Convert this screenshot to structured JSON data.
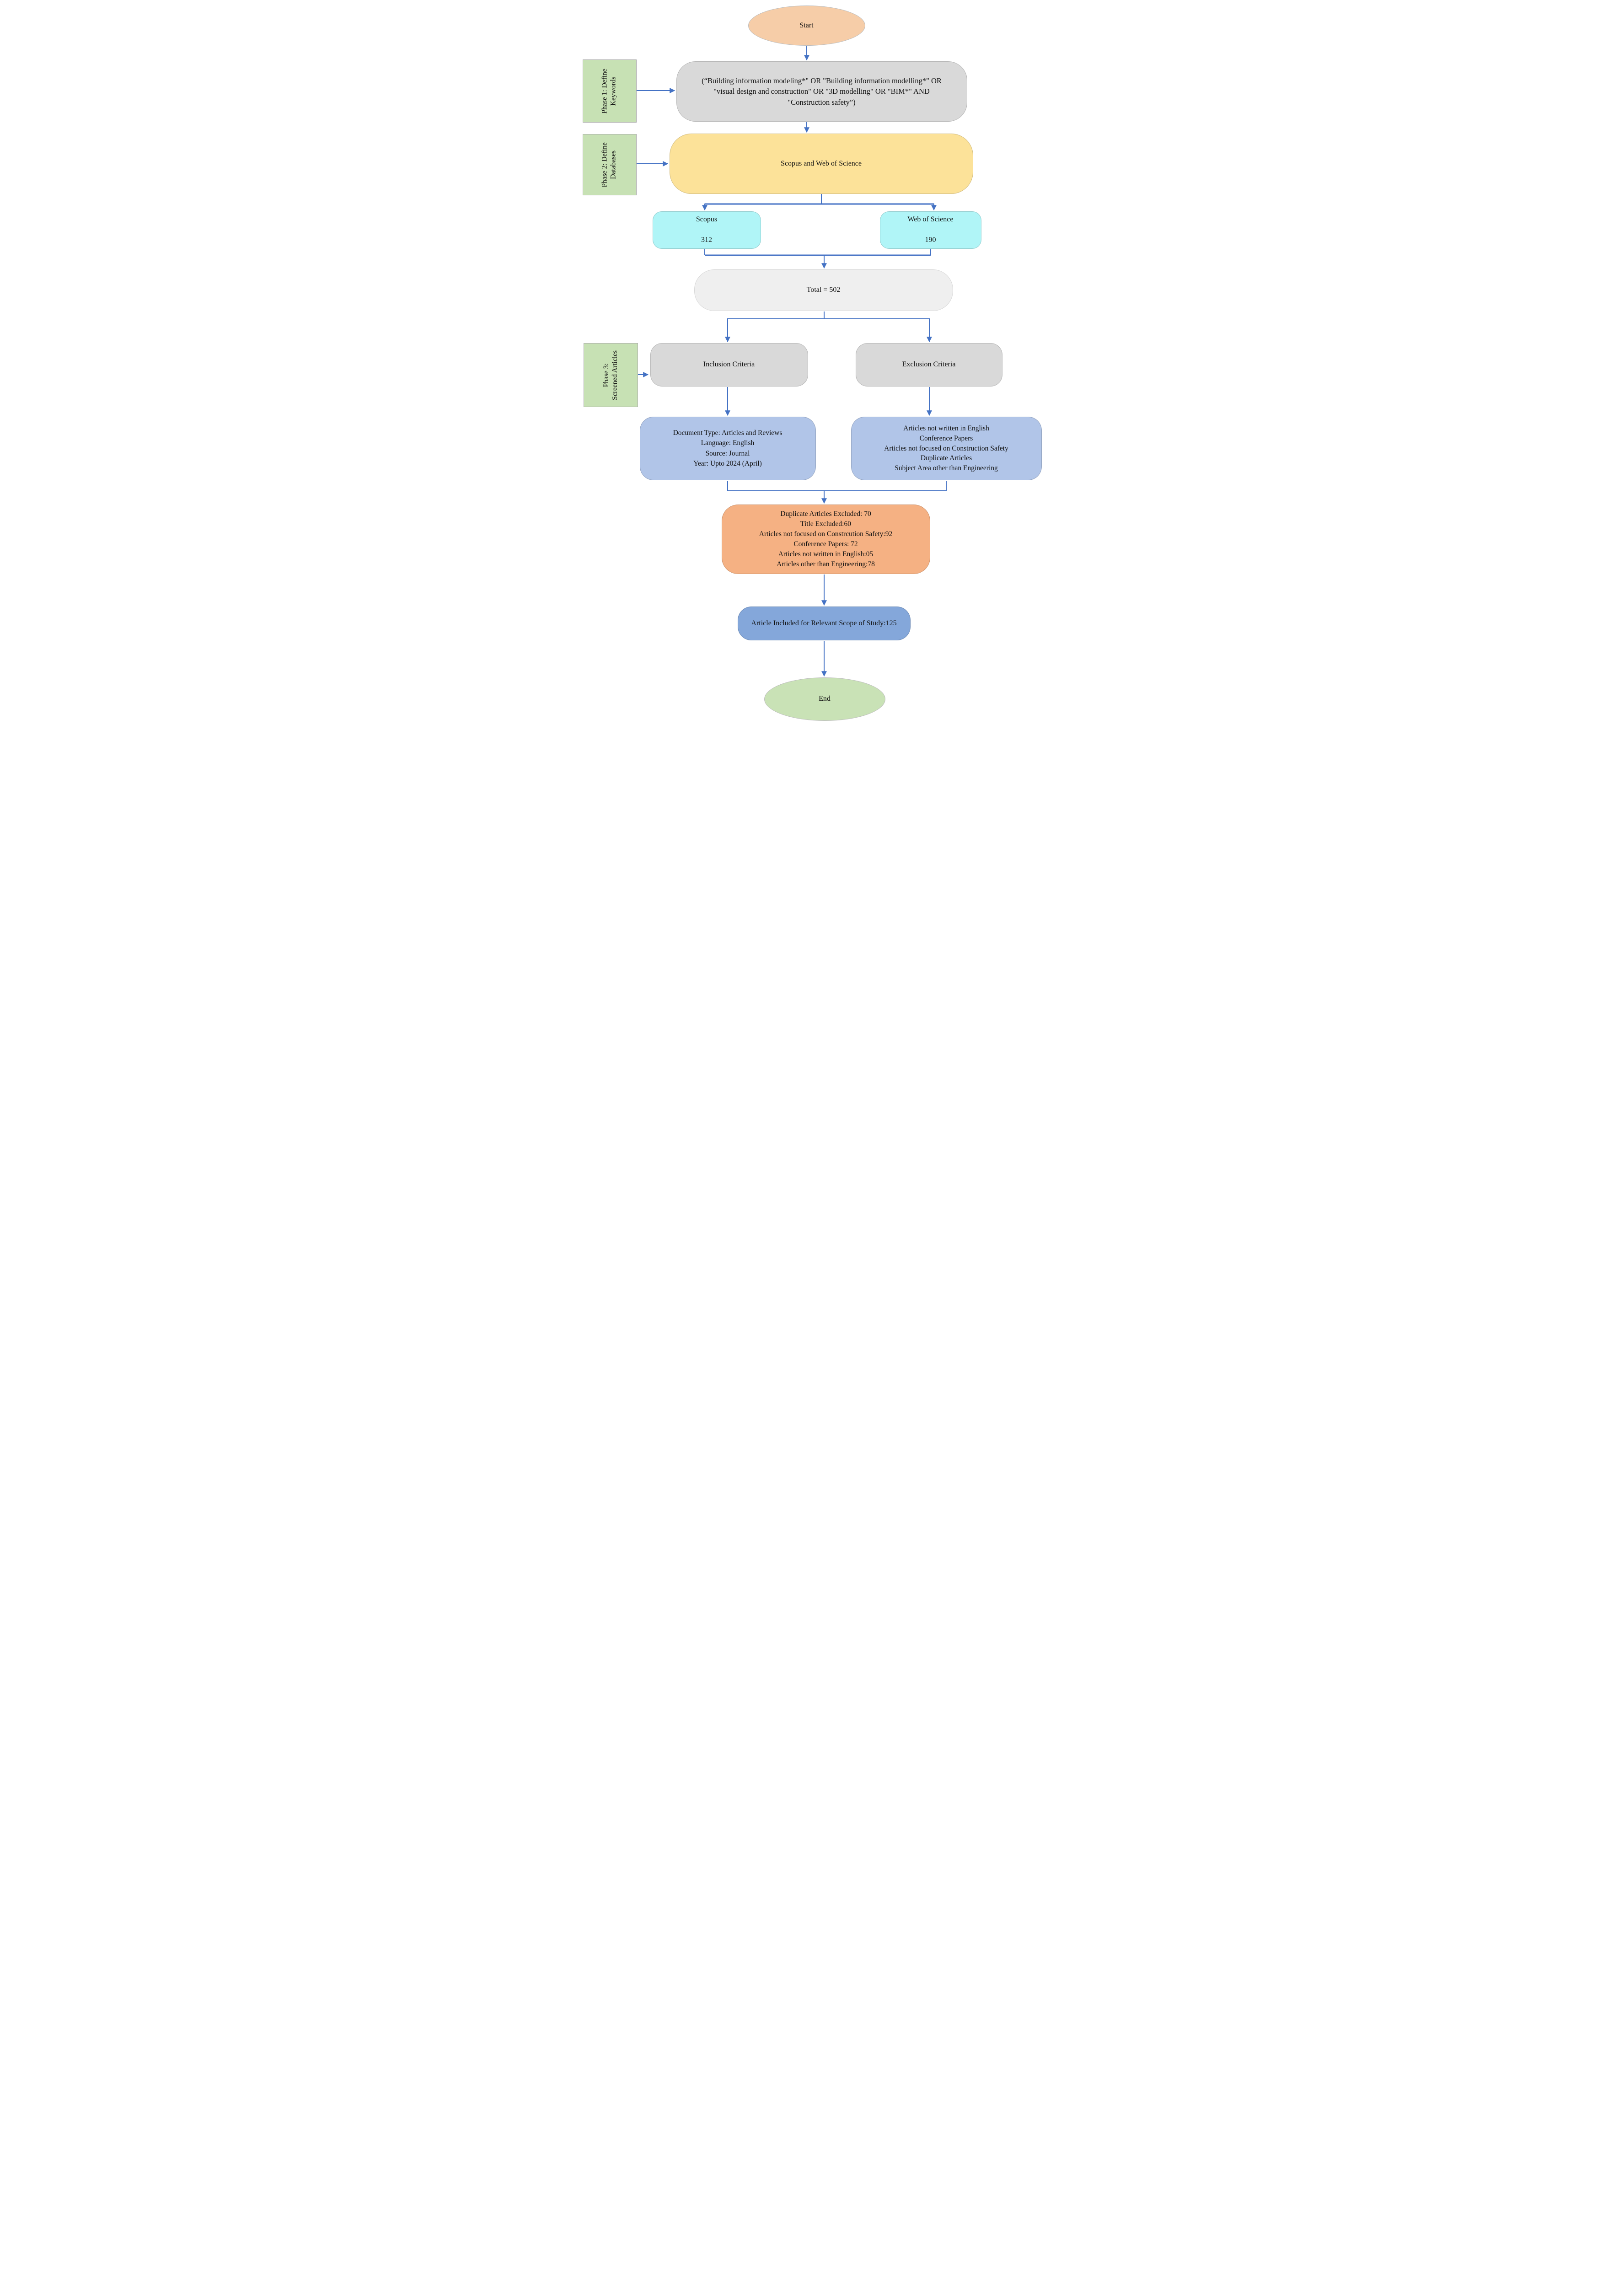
{
  "flowchart": {
    "start": {
      "label": "Start"
    },
    "keywords": {
      "label": "(“Building information modeling*\" OR \"Building information modelling*\" OR \"visual design and construction\" OR \"3D modelling\" OR \"BIM*\" AND \"Construction safety”)"
    },
    "databases": {
      "label": "Scopus and Web of Science"
    },
    "scopus": {
      "label": "Scopus",
      "count": "312"
    },
    "web_of_science": {
      "label": "Web of Science",
      "count": "190"
    },
    "total": {
      "label": "Total = 502"
    },
    "inclusion": {
      "label": "Inclusion Criteria"
    },
    "exclusion": {
      "label": "Exclusion Criteria"
    },
    "inclusion_details": [
      "Document Type: Articles and Reviews",
      "Language: English",
      "Source: Journal",
      "Year: Upto 2024 (April)"
    ],
    "exclusion_details": [
      "Articles not written in English",
      "Conference Papers",
      "Articles not focused on Construction Safety",
      "Duplicate Articles",
      "Subject Area other than Engineering"
    ],
    "screening_exclusions": [
      "Duplicate Articles Excluded: 70",
      "Title Excluded:60",
      "Articles not focused on Constrcution Safety:92",
      "Conference Papers: 72",
      "Articles not written in English:05",
      "Articles other than Engineering:78"
    ],
    "included": {
      "label": "Article Included for Relevant Scope of Study:125"
    },
    "end": {
      "label": "End"
    }
  },
  "phases": [
    {
      "label": "Phase 1: Define\nKeywords"
    },
    {
      "label": "Phase 2: Define\nDatabases"
    },
    {
      "label": "Phase 3:\nScreened Articles"
    }
  ],
  "colors": {
    "arrow": "#4472C4",
    "start_fill": "#F6CDA8",
    "phase_fill": "#C7E1B4",
    "keywords_fill": "#D9D9D9",
    "databases_fill": "#FCE299",
    "source_fill": "#B0F5F7",
    "total_fill": "#EFEFEF",
    "criteria_fill": "#D9D9D9",
    "details_fill": "#B1C5E8",
    "screening_fill": "#F5B183",
    "included_fill": "#84A7DA",
    "end_fill": "#C9E2B6"
  }
}
